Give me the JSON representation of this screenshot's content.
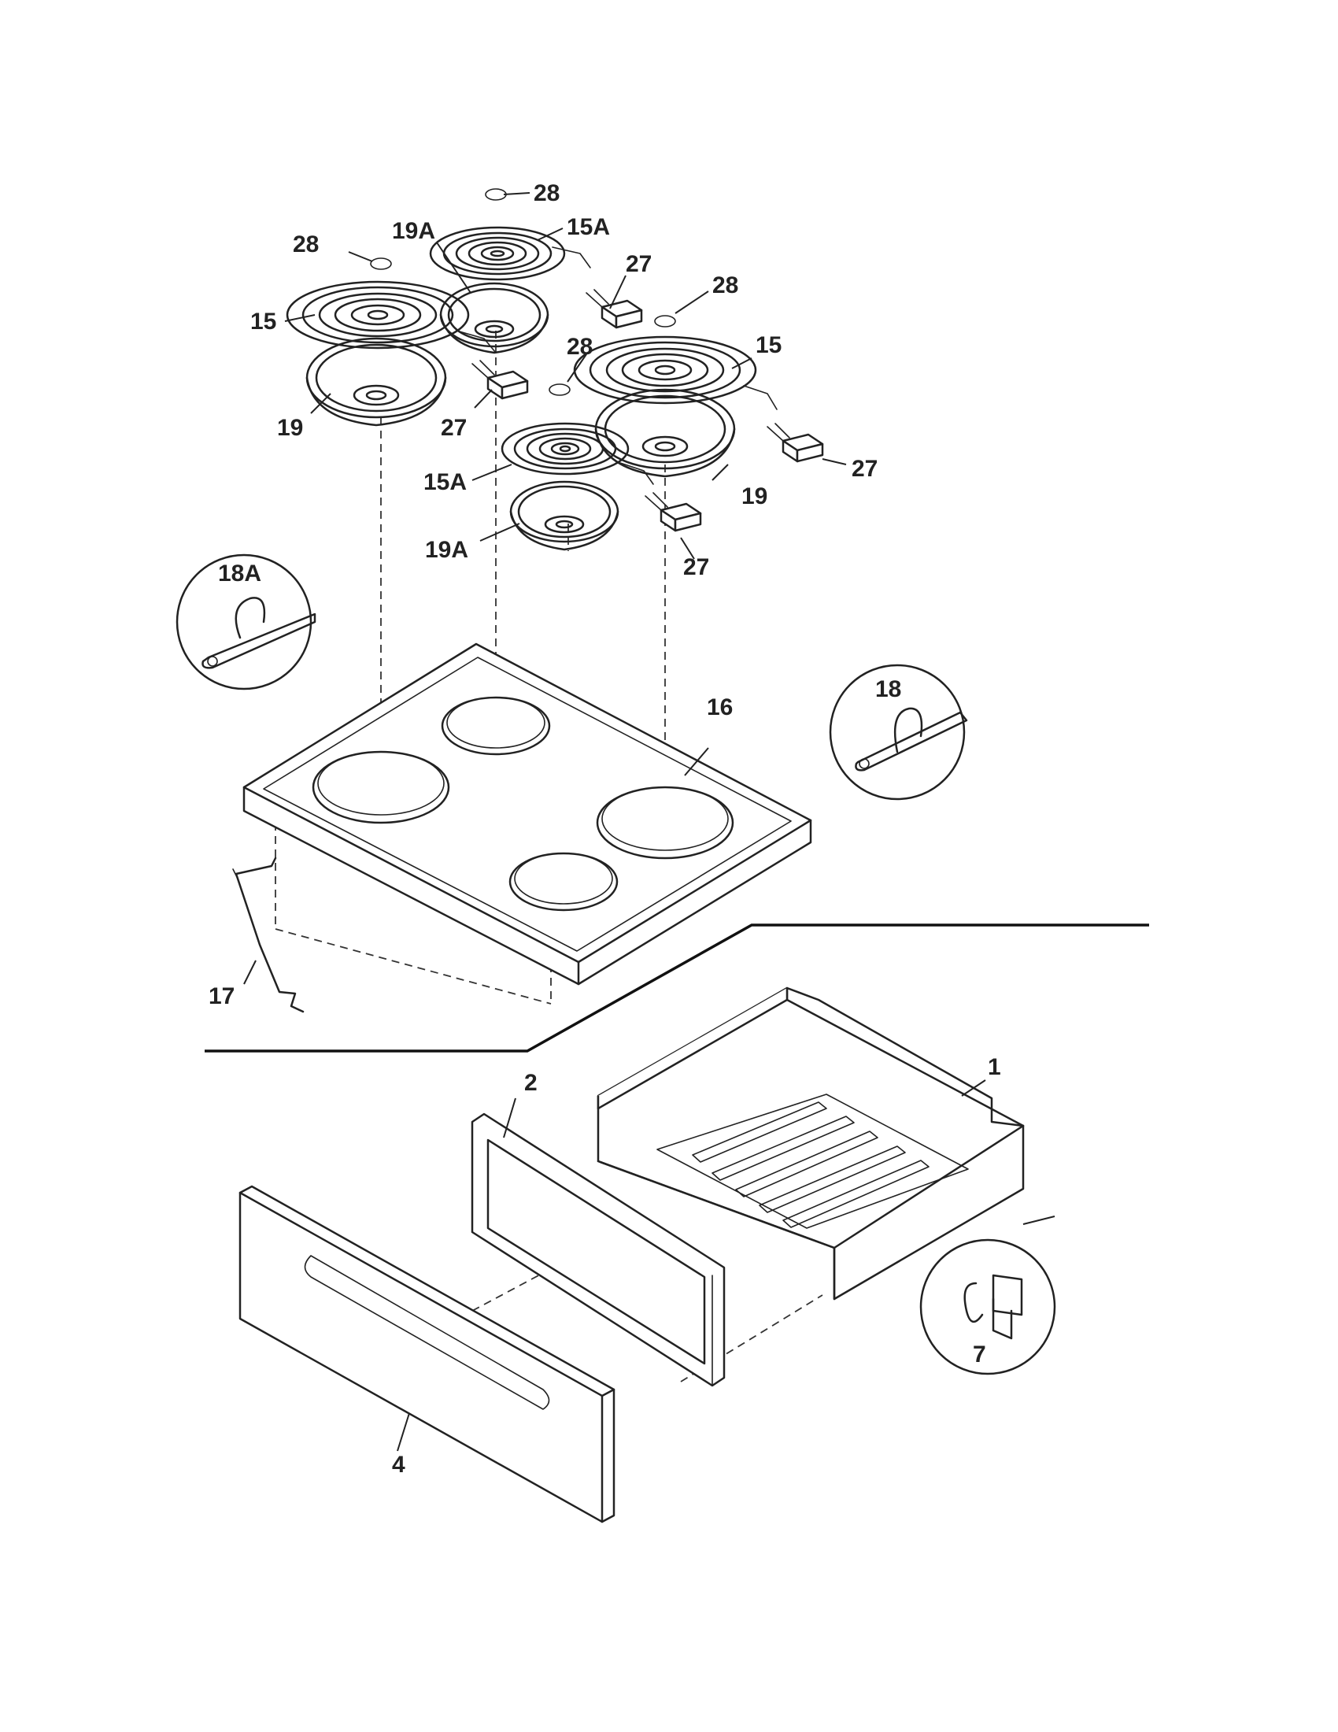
{
  "callouts": {
    "c28a": "28",
    "c28b": "28",
    "c28c": "28",
    "c28d": "28",
    "c19A_top": "19A",
    "c15A_top": "15A",
    "c27a": "27",
    "c15_left": "15",
    "c19_left": "19",
    "c27b": "27",
    "c15_right": "15",
    "c15A_mid": "15A",
    "c19_right": "19",
    "c27c": "27",
    "c19A_mid": "19A",
    "c27d": "27",
    "c18A": "18A",
    "c18": "18",
    "c16": "16",
    "c17": "17",
    "c2": "2",
    "c1": "1",
    "c7": "7",
    "c4": "4"
  },
  "icons": {
    "coil_element": "spiral-surface-element-icon",
    "drip_bowl": "drip-bowl-icon",
    "receptacle": "terminal-block-icon",
    "ring": "trim-ring-icon",
    "clip": "support-clip-icon"
  }
}
